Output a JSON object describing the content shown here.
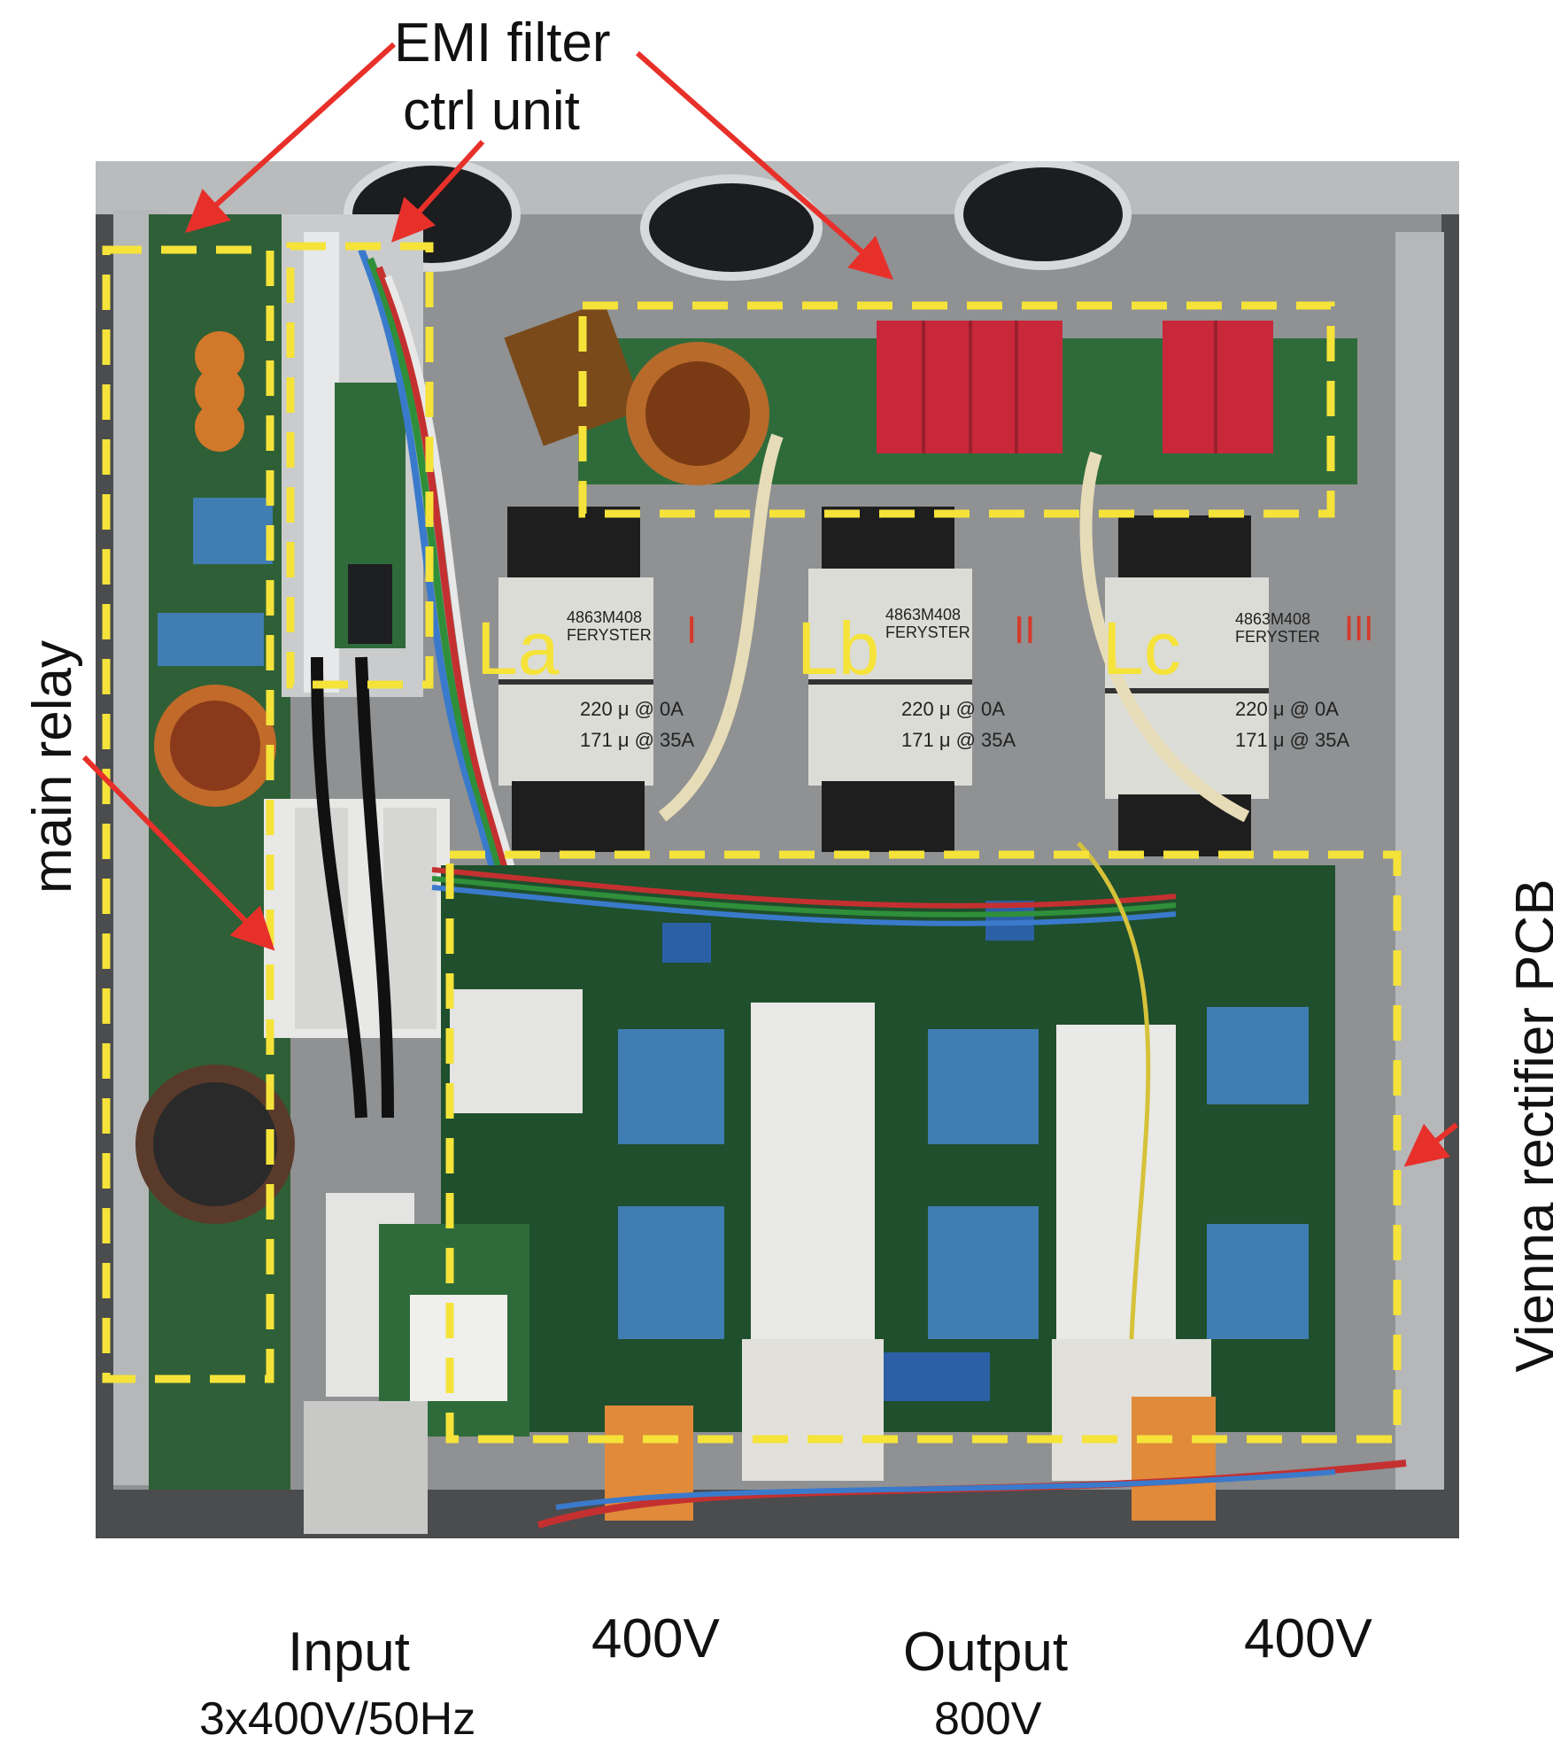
{
  "labels": {
    "emi_filter": "EMI filter",
    "ctrl_unit": "ctrl unit",
    "main_relay": "main relay",
    "vienna_pcb": "Vienna rectifier PCB",
    "inductor_a": "La",
    "inductor_b": "Lb",
    "inductor_c": "Lc",
    "input_title": "Input",
    "input_spec": "3x400V/50Hz",
    "output_title": "Output",
    "output_spec": "800V",
    "dc_left": "400V",
    "dc_right": "400V"
  },
  "component_marking": {
    "part_a_code": "4863M408",
    "part_a_maker": "FERYSTER",
    "part_a_mark": "I",
    "part_a_rating1": "220 μ @ 0A",
    "part_a_rating2": "171 μ @ 35A",
    "part_b_code": "4863M408",
    "part_b_maker": "FERYSTER",
    "part_b_mark": "II",
    "part_b_rating1": "220 μ @ 0A",
    "part_b_rating2": "171 μ @ 35A",
    "part_c_code": "4863M408",
    "part_c_maker": "FERYSTER",
    "part_c_mark": "III",
    "part_c_rating1": "220 μ @ 0A",
    "part_c_rating2": "171 μ @ 35A"
  },
  "colors": {
    "annotation_box": "#f5e33a",
    "arrow": "#e8302a",
    "pcb_green": "#2f6b3a",
    "capacitor_red": "#c8283a",
    "capacitor_blue": "#3f7db3",
    "chassis": "#9a9c9e"
  }
}
